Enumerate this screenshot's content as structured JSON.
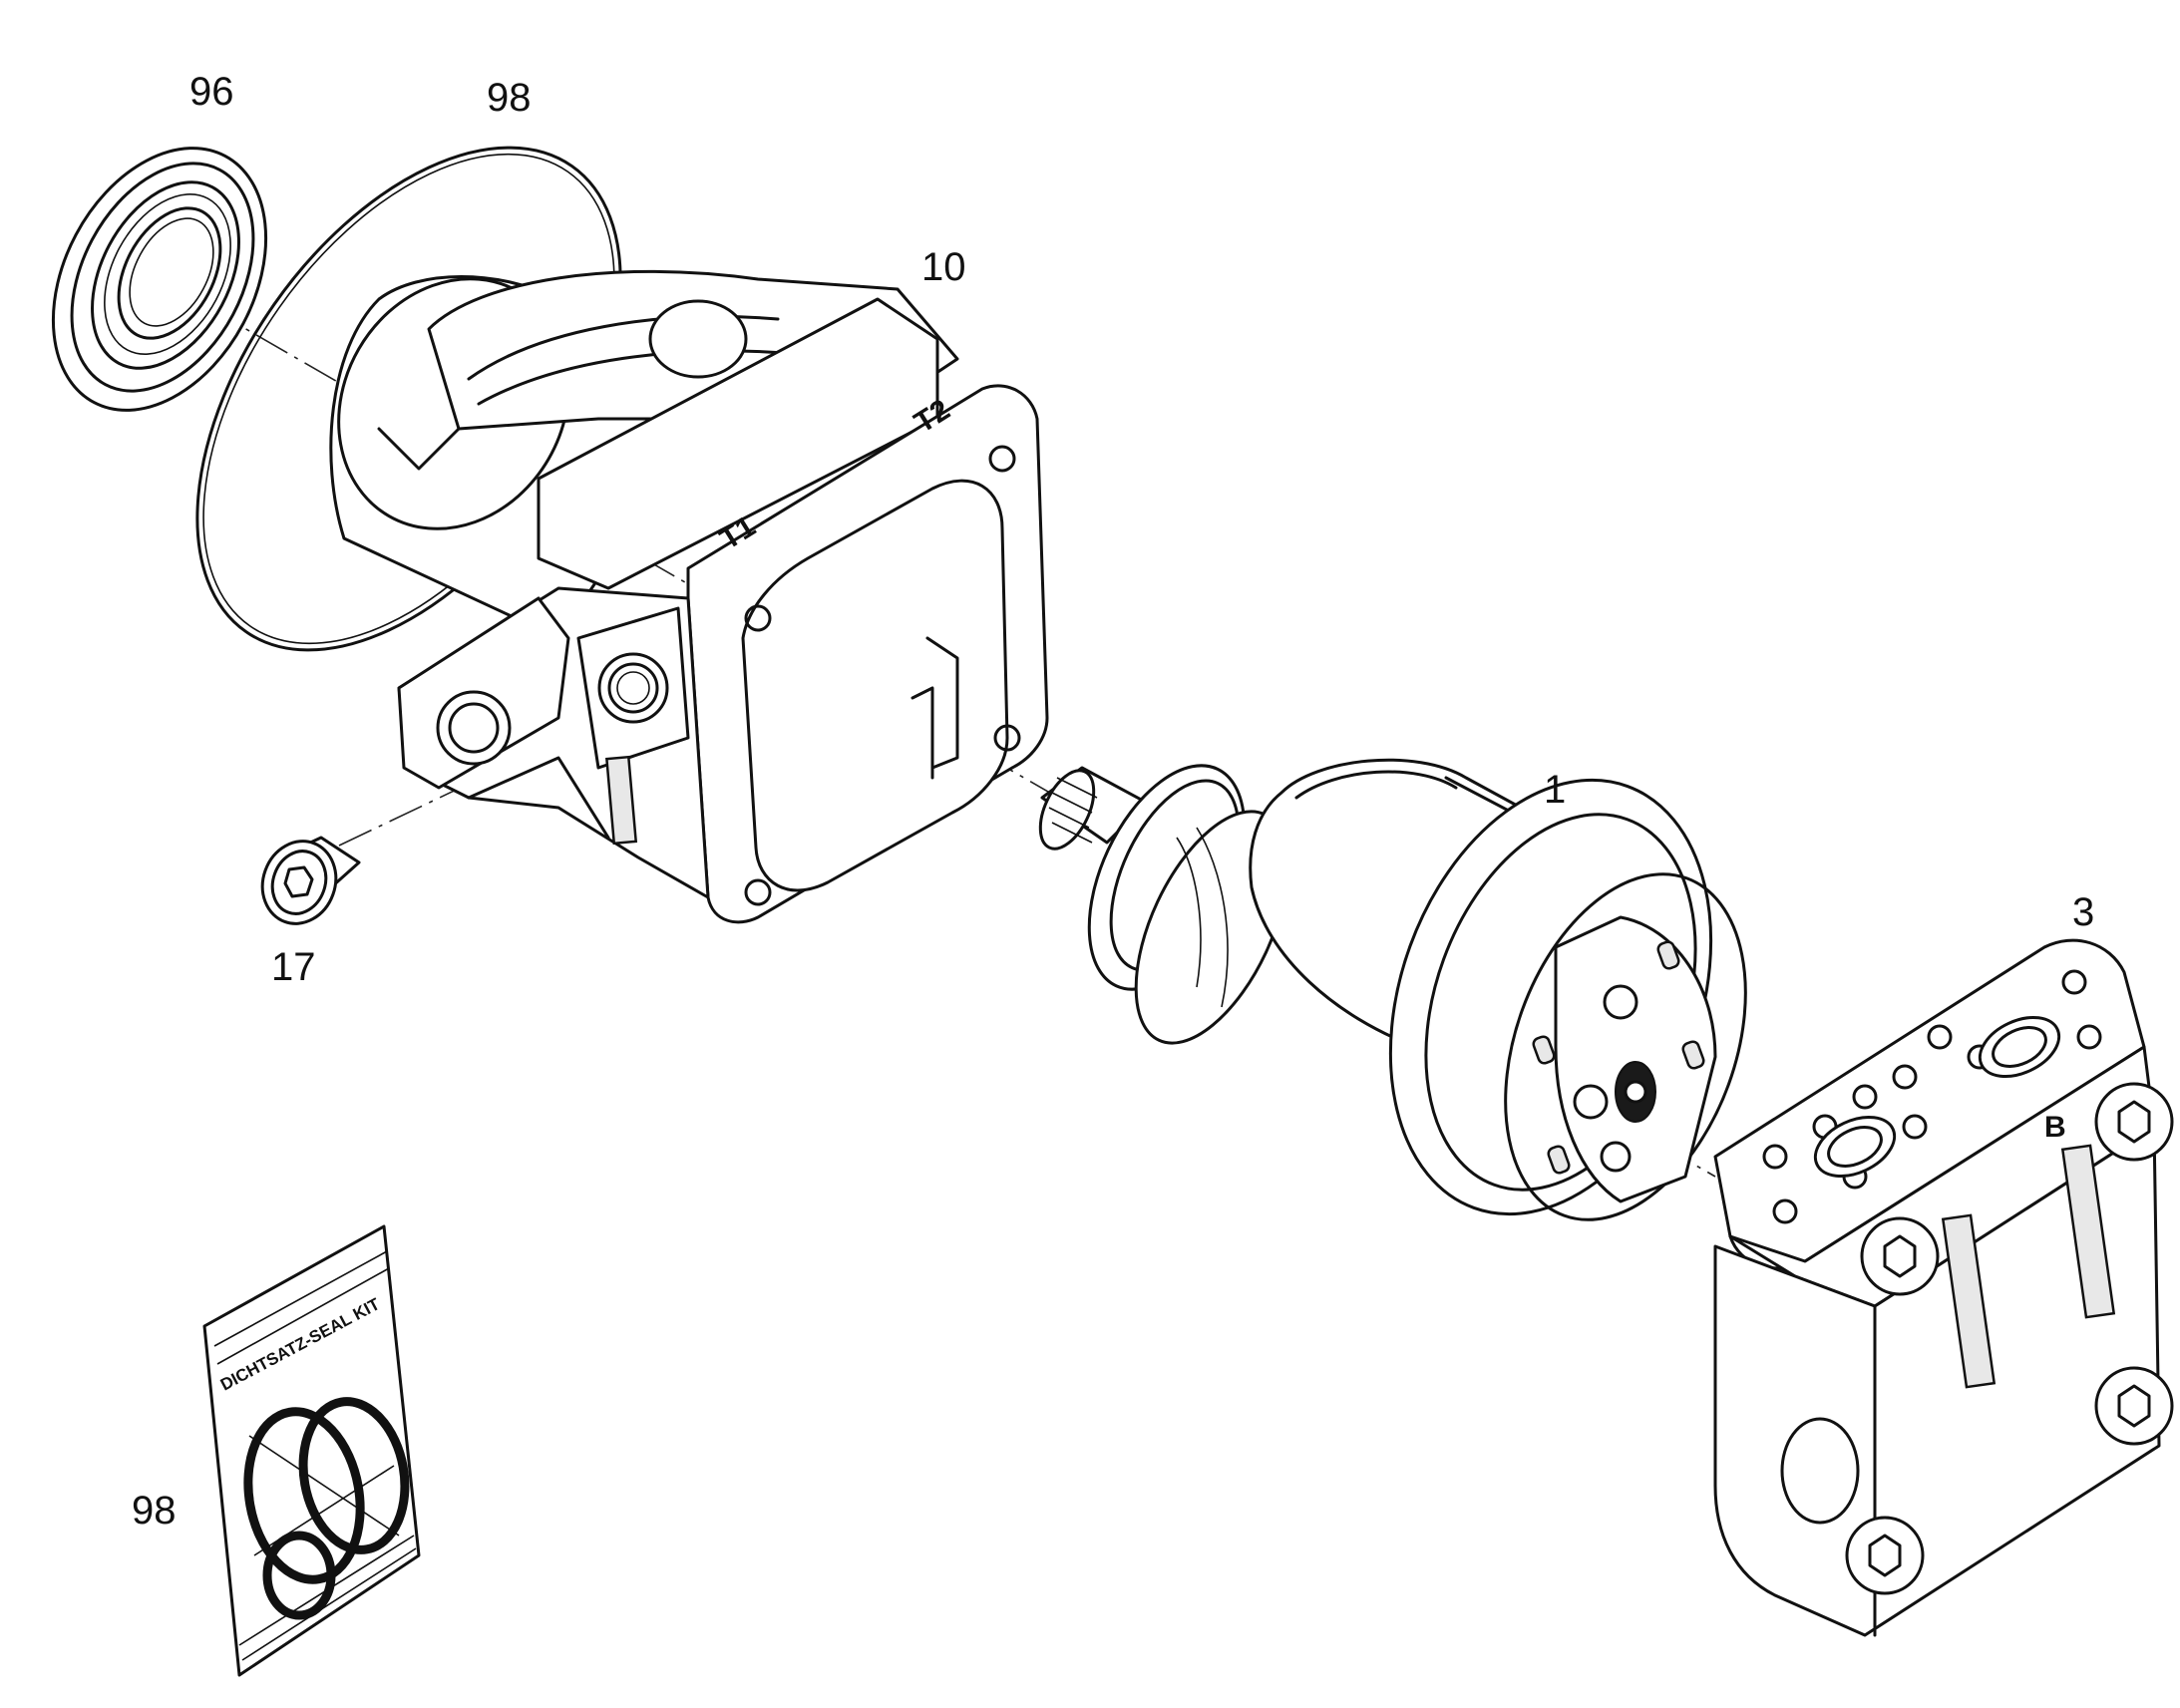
{
  "callouts": {
    "shaft_seal": "96",
    "o_ring": "98",
    "housing": "10",
    "plug": "17",
    "rotary_group": "1",
    "port_plate": "3",
    "seal_kit": "98"
  },
  "markings": {
    "port_t1": "T1",
    "port_t2": "T2",
    "port_b": "B",
    "bag_label": "DICHTSATZ-SEAL KIT"
  }
}
